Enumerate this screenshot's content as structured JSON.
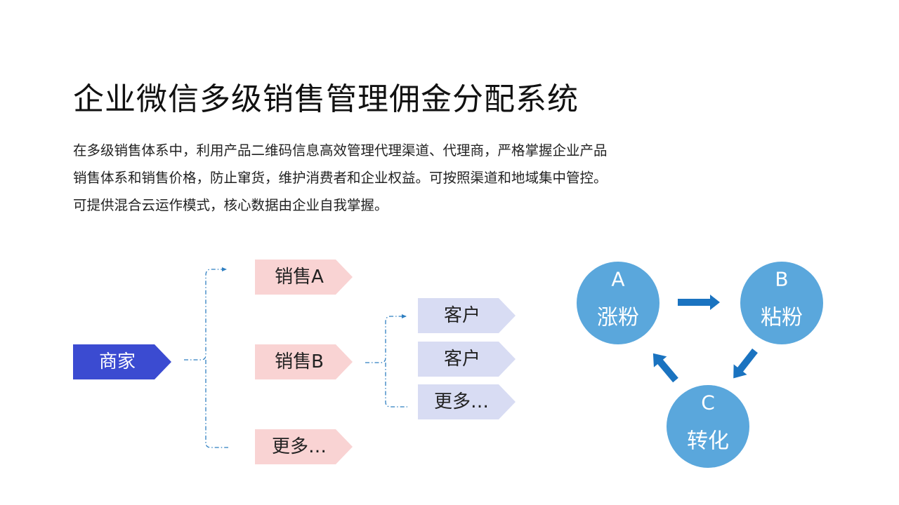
{
  "title": "企业微信多级销售管理佣金分配系统",
  "description": [
    "在多级销售体系中，利用产品二维码信息高效管理代理渠道、代理商，严格掌握企业产品",
    "销售体系和销售价格，防止窜货，维护消费者和企业权益。可按照渠道和地域集中管控。",
    "可提供混合云运作模式，核心数据由企业自我掌握。"
  ],
  "hierarchy": {
    "root": "商家",
    "sales": [
      "销售A",
      "销售B",
      "更多…"
    ],
    "customers": [
      "客户",
      "客户",
      "更多…"
    ]
  },
  "cycle": {
    "nodes": [
      {
        "letter": "A",
        "label": "涨粉"
      },
      {
        "letter": "B",
        "label": "粘粉"
      },
      {
        "letter": "C",
        "label": "转化"
      }
    ]
  },
  "colors": {
    "root_fill": "#3b4bd1",
    "sales_fill": "#f9d3d3",
    "customer_fill": "#d8dcf3",
    "circle_fill": "#5aa7dc",
    "arrow_fill": "#1a73c0",
    "connector": "#2f7fc1"
  }
}
